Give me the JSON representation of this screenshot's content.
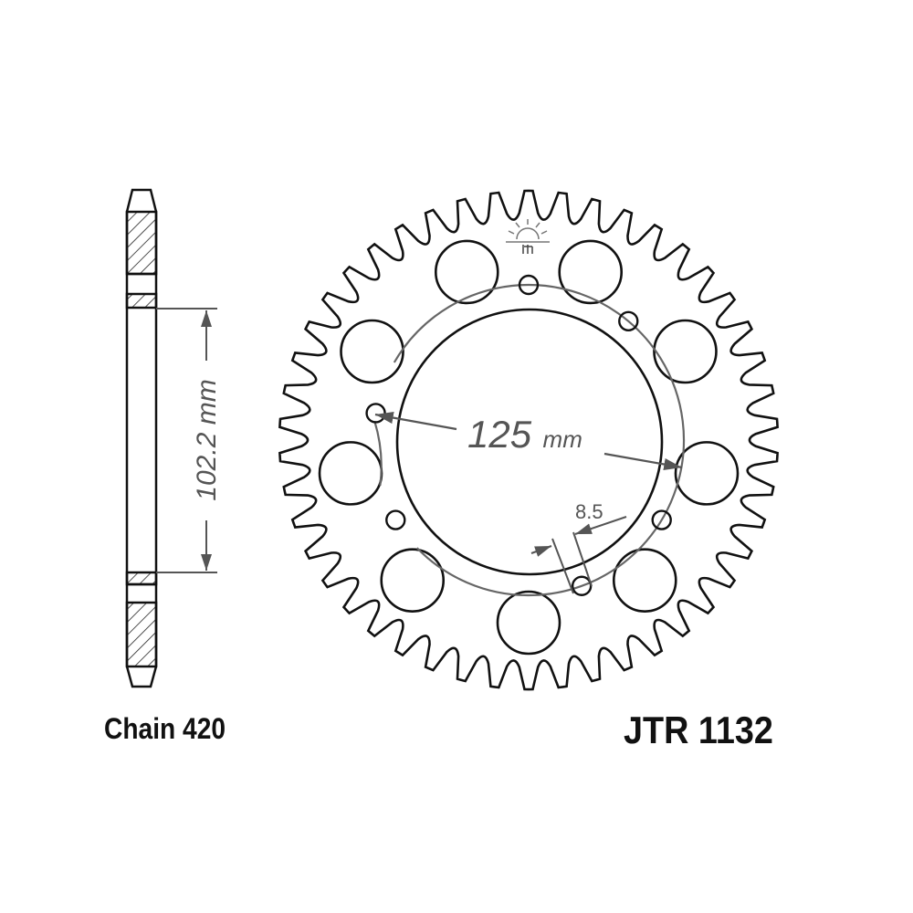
{
  "diagram": {
    "chain_label": "Chain 420",
    "part_number": "JTR 1132",
    "side_view": {
      "dimension_text": "102.2 mm"
    },
    "front_view": {
      "bolt_circle_text": "125",
      "bolt_circle_unit": "mm",
      "hole_dimension_text": "8.5"
    },
    "logo": "sun-logo",
    "colors": {
      "outline": "#111111",
      "dimension": "#555555"
    }
  }
}
